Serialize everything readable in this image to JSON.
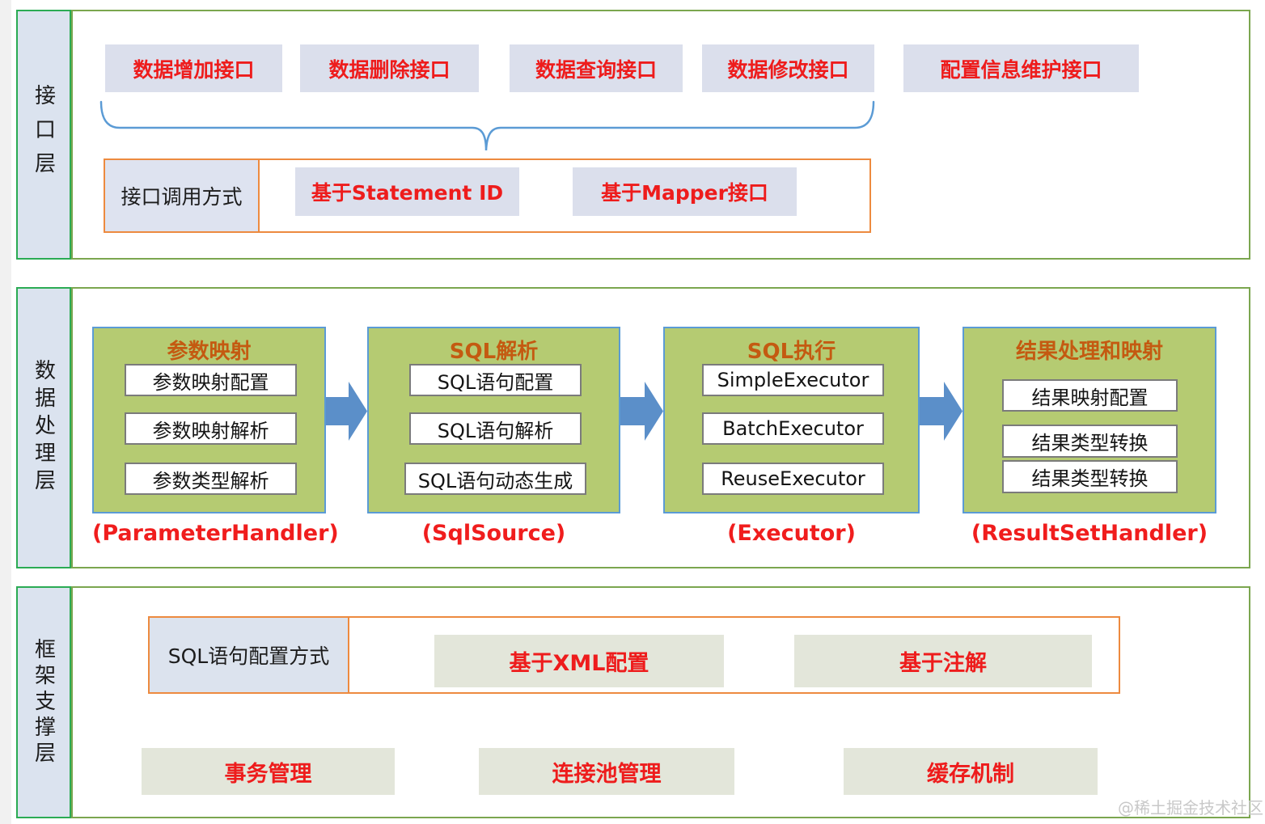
{
  "colors": {
    "red_text": "#ee1c1c",
    "orange_border": "#ed8a3f",
    "label_green_border": "#2bab54",
    "section_olive_border": "#7ba64f",
    "module_green_fill": "#b5cb72",
    "module_blue_border": "#5b9bd5",
    "arrow_blue": "#5b8fc9",
    "lavender_fill": "#dbdfec",
    "support_fill": "#e3e6da",
    "title_orange": "#c45a11"
  },
  "interface_layer": {
    "label": "接口层",
    "api_boxes": [
      "数据增加接口",
      "数据删除接口",
      "数据查询接口",
      "数据修改接口",
      "配置信息维护接口"
    ],
    "call_method": {
      "label": "接口调用方式",
      "options": [
        "基于Statement ID",
        "基于Mapper接口"
      ]
    }
  },
  "data_layer": {
    "label": "数据处理层",
    "modules": [
      {
        "title": "参数映射",
        "items": [
          "参数映射配置",
          "参数映射解析",
          "参数类型解析"
        ],
        "caption": "(ParameterHandler)"
      },
      {
        "title": "SQL解析",
        "items": [
          "SQL语句配置",
          "SQL语句解析",
          "SQL语句动态生成"
        ],
        "caption": "(SqlSource)"
      },
      {
        "title": "SQL执行",
        "items": [
          "SimpleExecutor",
          "BatchExecutor",
          "ReuseExecutor"
        ],
        "caption": "(Executor)"
      },
      {
        "title": "结果处理和映射",
        "items": [
          "结果映射配置",
          "结果类型转换",
          "结果类型转换"
        ],
        "caption": "(ResultSetHandler)"
      }
    ]
  },
  "framework_layer": {
    "label": "框架支撑层",
    "sql_config": {
      "label": "SQL语句配置方式",
      "options": [
        "基于XML配置",
        "基于注解"
      ]
    },
    "supports": [
      "事务管理",
      "连接池管理",
      "缓存机制"
    ]
  },
  "watermark": "@稀土掘金技术社区"
}
